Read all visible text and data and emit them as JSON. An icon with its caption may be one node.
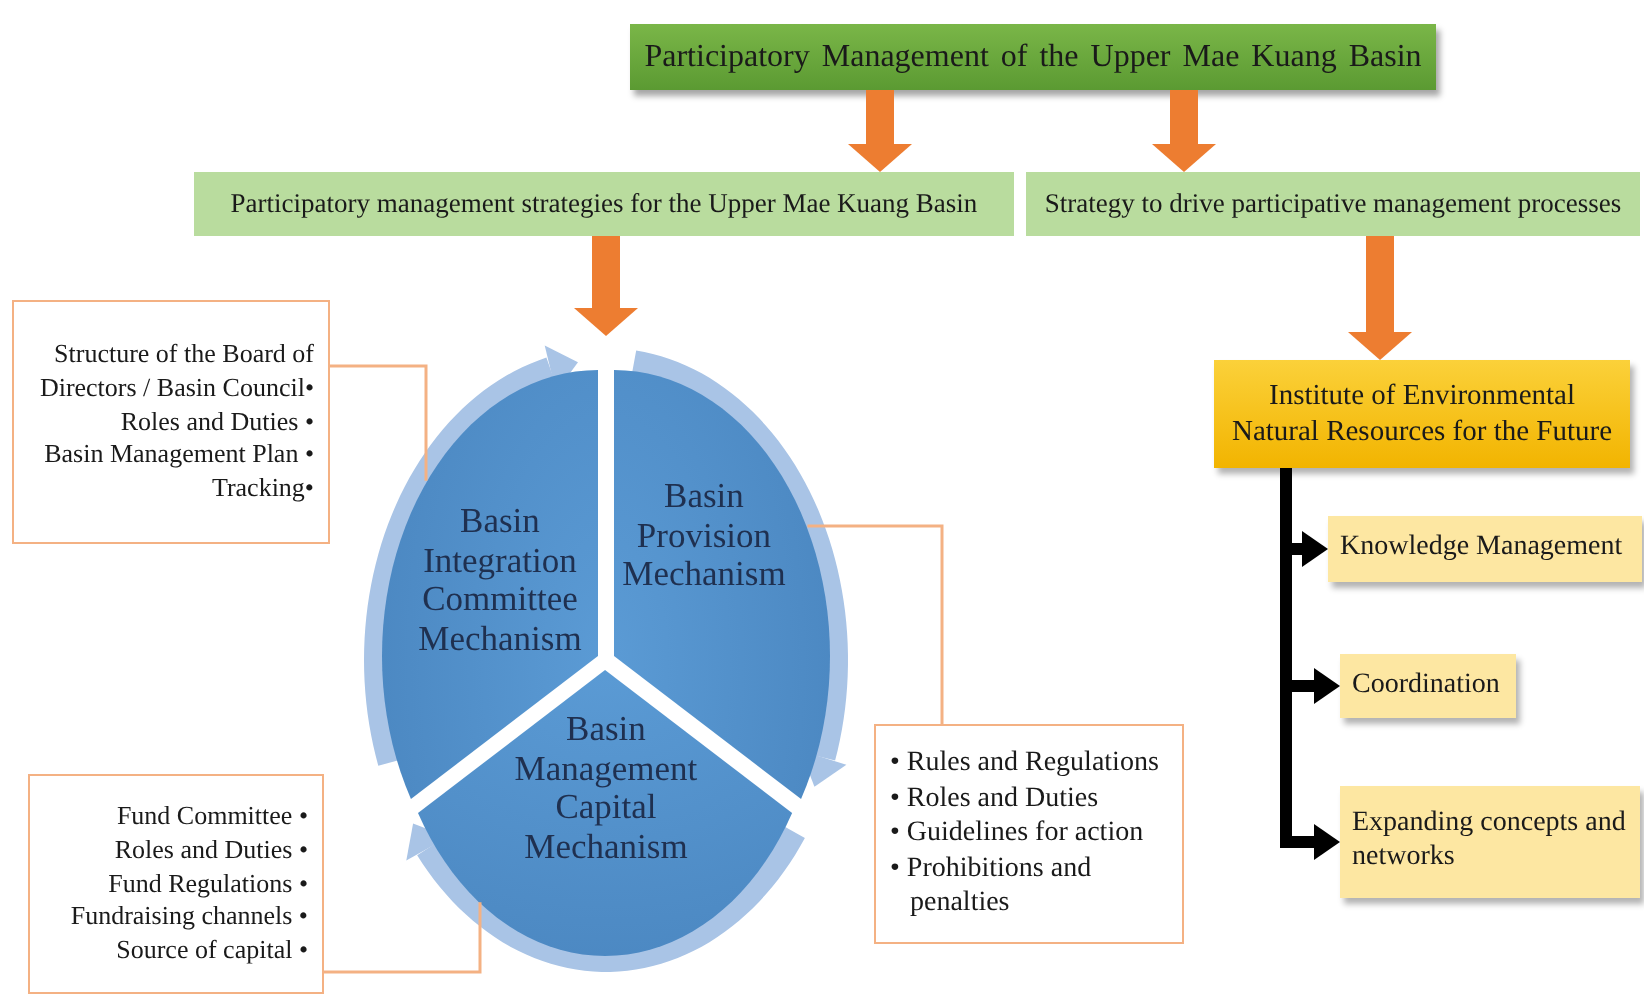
{
  "diagram": {
    "nodes": [
      {
        "text": [
          "Participatory Management of the Upper Mae Kuang Basin"
        ]
      },
      {
        "text": [
          "Participatory management strategies for the Upper Mae Kuang Basin"
        ]
      },
      {
        "text": [
          "Strategy to drive participative management processes"
        ]
      },
      {
        "text": [],
        "shape": "circle"
      },
      {
        "text": [
          "Basin Integration Committee Mechanism"
        ],
        "in": 3
      },
      {
        "text": [
          "Basin Provision Mechanism"
        ],
        "in": 3
      },
      {
        "text": [
          "Basin Management Capital Mechanism"
        ],
        "in": 3
      },
      {
        "text": [
          "Structure of the Board of Directors / Basin Council•",
          "Roles and Duties •",
          "Basin Management Plan •",
          "Tracking•"
        ]
      },
      {
        "text": [
          "• Rules and Regulations",
          "• Roles and Duties",
          "• Guidelines for action",
          "• Prohibitions and penalties"
        ]
      },
      {
        "text": [
          "Fund Committee •",
          "Roles and Duties •",
          "Fund Regulations •",
          "Fundraising channels •",
          "Source of capital •"
        ]
      },
      {
        "text": [
          "Institute of Environmental Natural Resources for the Future"
        ]
      },
      {
        "text": [
          "Knowledge Management"
        ]
      },
      {
        "text": [
          "Coordination"
        ]
      },
      {
        "text": [
          "Expanding concepts and networks"
        ]
      }
    ],
    "edges": [
      {
        "from": 0,
        "to": 1,
        "arrow": "to",
        "style": "thick"
      },
      {
        "from": 0,
        "to": 2,
        "arrow": "to",
        "style": "thick"
      },
      {
        "from": 1,
        "to": 3,
        "arrow": "to",
        "style": "thick"
      },
      {
        "from": 2,
        "to": 10,
        "arrow": "to",
        "style": "thick"
      },
      {
        "from": 10,
        "to": 11,
        "arrow": "to",
        "color": "#000000"
      },
      {
        "from": 10,
        "to": 12,
        "arrow": "to",
        "color": "#000000"
      },
      {
        "from": 10,
        "to": 13,
        "arrow": "to",
        "color": "#000000"
      },
      {
        "from": 7,
        "to": 4,
        "arrow": "none",
        "color": "#f4b183"
      },
      {
        "from": 8,
        "to": 5,
        "arrow": "none",
        "color": "#f4b183"
      },
      {
        "from": 9,
        "to": 6,
        "arrow": "none",
        "color": "#f4b183"
      }
    ]
  }
}
